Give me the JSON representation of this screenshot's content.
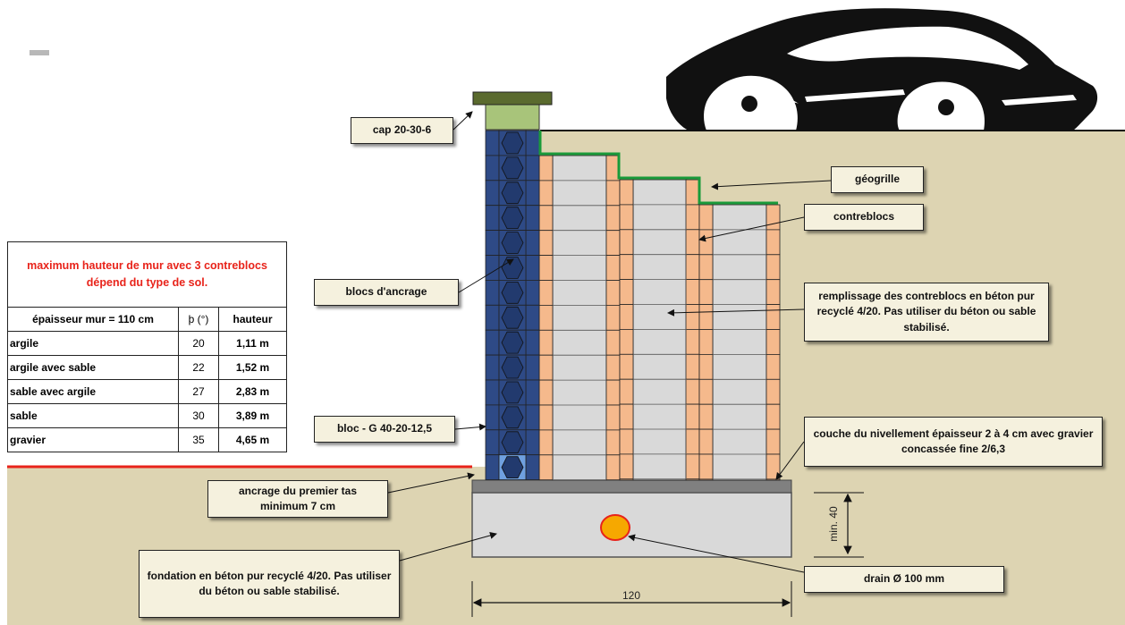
{
  "colors": {
    "soil": "#ddd4b2",
    "block_blue": "#2e4a86",
    "block_hex": "#223a6e",
    "counterblock": "#f5b98c",
    "concrete_fill": "#d9d9d9",
    "geogrid": "#1a9a3a",
    "cap": "#5a6a2e",
    "cap_green": "#a8c47a",
    "foundation": "#d9d9d9",
    "leveling": "#808080",
    "drain": "#f6a800",
    "ground_line": "#e8231a"
  },
  "labels": {
    "cap": "cap 20-30-6",
    "geogrille": "géogrille",
    "contreblocs": "contreblocs",
    "blocs_ancrage": "blocs d'ancrage",
    "remplissage": "remplissage des contreblocs en béton pur recyclé 4/20. Pas utiliser du béton ou sable stabilisé.",
    "bloc_g": "bloc - G 40-20-12,5",
    "couche": "couche du nivellement épaisseur 2 à 4 cm avec gravier concassée fine 2/6,3",
    "ancrage_premier": "ancrage du premier tas minimum 7 cm",
    "fondation": "fondation en béton pur recyclé 4/20. Pas utiliser du béton ou sable stabilisé.",
    "drain": "drain Ø 100 mm"
  },
  "dimensions": {
    "height": "min. 40",
    "width": "120"
  },
  "table": {
    "title": "maximum hauteur de mur avec 3 contreblocs dépend du type de sol.",
    "headers": [
      "épaisseur mur = 110 cm",
      "þ (°)",
      "hauteur"
    ],
    "rows": [
      {
        "soil": "argile",
        "angle": "20",
        "height": "1,11 m"
      },
      {
        "soil": "argile avec sable",
        "angle": "22",
        "height": "1,52 m"
      },
      {
        "soil": "sable avec argile",
        "angle": "27",
        "height": "2,83 m"
      },
      {
        "soil": "sable",
        "angle": "30",
        "height": "3,89 m"
      },
      {
        "soil": "gravier",
        "angle": "35",
        "height": "4,65 m"
      }
    ]
  }
}
